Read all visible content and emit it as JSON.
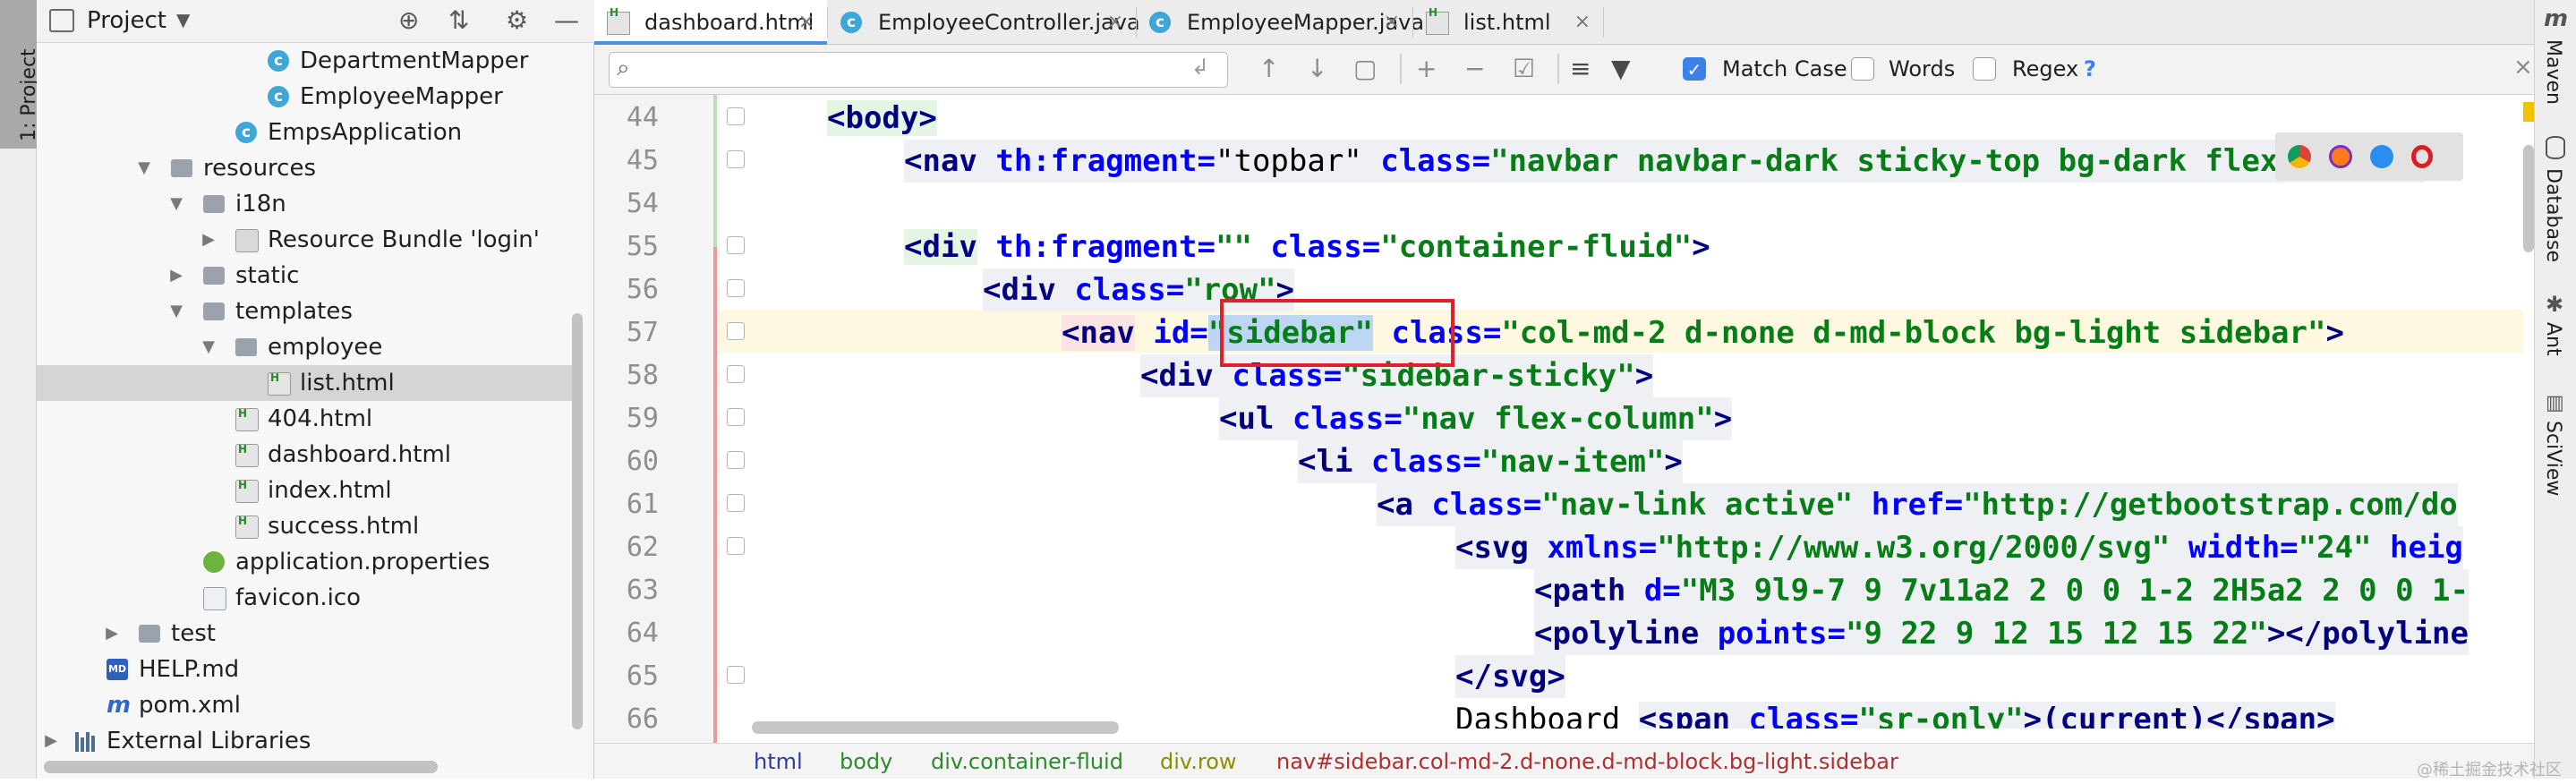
{
  "left_tool_window": {
    "label": "1: Project"
  },
  "project_panel": {
    "title": "Project",
    "tree": [
      {
        "label": "DepartmentMapper",
        "icon": "class-icon"
      },
      {
        "label": "EmployeeMapper",
        "icon": "class-icon"
      },
      {
        "label": "EmpsApplication",
        "icon": "spring-class-icon"
      },
      {
        "label": "resources",
        "icon": "resources-folder-icon"
      },
      {
        "label": "i18n",
        "icon": "folder-icon"
      },
      {
        "label": "Resource Bundle 'login'",
        "icon": "resource-bundle-icon"
      },
      {
        "label": "static",
        "icon": "folder-icon"
      },
      {
        "label": "templates",
        "icon": "folder-icon"
      },
      {
        "label": "employee",
        "icon": "folder-icon"
      },
      {
        "label": "list.html",
        "icon": "html-file-icon"
      },
      {
        "label": "404.html",
        "icon": "html-file-icon"
      },
      {
        "label": "dashboard.html",
        "icon": "html-file-icon"
      },
      {
        "label": "index.html",
        "icon": "html-file-icon"
      },
      {
        "label": "success.html",
        "icon": "html-file-icon"
      },
      {
        "label": "application.properties",
        "icon": "properties-file-icon"
      },
      {
        "label": "favicon.ico",
        "icon": "image-file-icon"
      },
      {
        "label": "test",
        "icon": "folder-icon"
      },
      {
        "label": "HELP.md",
        "icon": "markdown-file-icon"
      },
      {
        "label": "pom.xml",
        "icon": "maven-icon"
      },
      {
        "label": "External Libraries",
        "icon": "libraries-icon"
      }
    ]
  },
  "tabs": [
    {
      "label": "dashboard.html"
    },
    {
      "label": "EmployeeController.java"
    },
    {
      "label": "EmployeeMapper.java"
    },
    {
      "label": "list.html"
    }
  ],
  "find_bar": {
    "placeholder": "",
    "match_case": "Match Case",
    "words": "Words",
    "regex": "Regex",
    "help": "?"
  },
  "editor": {
    "line_numbers": [
      "44",
      "45",
      "54",
      "55",
      "56",
      "57",
      "58",
      "59",
      "60",
      "61",
      "62",
      "63",
      "64",
      "65",
      "66"
    ],
    "lines": [
      {
        "p1": "<body>"
      },
      {
        "p1": "<nav",
        "p2": " th:fragment=",
        "p3": "\"topbar\"",
        "p4": " class=",
        "p5": "\"navbar navbar-dark sticky-top bg-dark flex-md-nowr"
      },
      {},
      {
        "p1": "<div",
        "p2": " th:fragment=",
        "p3": "\"\"",
        "p4": " class=",
        "p5": "\"container-fluid\"",
        "p6": ">"
      },
      {
        "p1": "<div",
        "p2": " class=",
        "p3": "\"row\"",
        "p4": ">"
      },
      {
        "p1": "<nav",
        "p2": " id=",
        "p3": "\"sidebar\"",
        "p4": " class=",
        "p5": "\"col-md-2 d-none d-md-block bg-light sidebar\"",
        "p6": ">"
      },
      {
        "p1": "<div",
        "p2": " class=",
        "p3": "\"sidebar-sticky\"",
        "p4": ">"
      },
      {
        "p1": "<ul",
        "p2": " class=",
        "p3": "\"nav flex-column\"",
        "p4": ">"
      },
      {
        "p1": "<li",
        "p2": " class=",
        "p3": "\"nav-item\"",
        "p4": ">"
      },
      {
        "p1": "<a",
        "p2": " class=",
        "p3": "\"nav-link active\"",
        "p4": " href=",
        "p5": "\"http://getbootstrap.com/do"
      },
      {
        "p1": "<svg",
        "p2": " xmlns=",
        "p3": "\"http://www.w3.org/2000/svg\"",
        "p4": " width=",
        "p5": "\"24\"",
        "p6": " heig"
      },
      {
        "p1": "<path",
        "p2": " d=",
        "p3": "\"M3 9l9-7 9 7v11a2 2 0 0 1-2 2H5a2 2 0 0 1-"
      },
      {
        "p1": "<polyline",
        "p2": " points=",
        "p3": "\"9 22 9 12 15 12 15 22\"",
        "p4": "></polyline"
      },
      {
        "p1": "</svg>"
      },
      {
        "p1": "Dashboard ",
        "p2": "<span",
        "p3": " class=",
        "p4": "\"sr-only\"",
        "p5": ">(current)</span>"
      }
    ]
  },
  "breadcrumbs": [
    "html",
    "body",
    "div.container-fluid",
    "div.row",
    "nav#sidebar.col-md-2.d-none.d-md-block.bg-light.sidebar"
  ],
  "right_tool_windows": [
    "Maven",
    "Database",
    "Ant",
    "SciView"
  ],
  "watermark": "@稀土掘金技术社区",
  "colors": {
    "accent": "#4a8ee6",
    "highlight_box": "#e0212b"
  }
}
